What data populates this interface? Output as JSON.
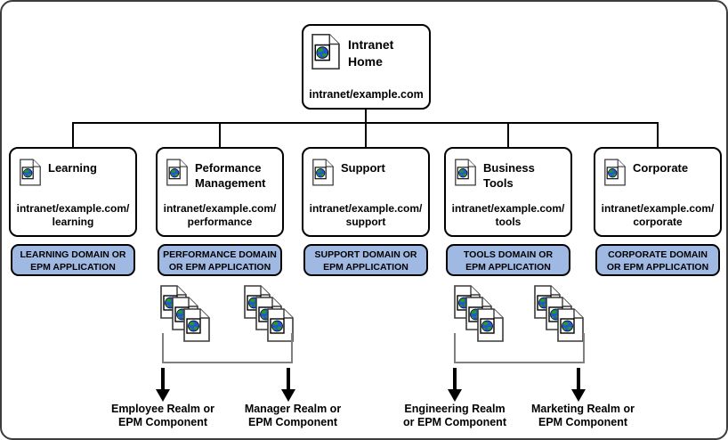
{
  "root_node": {
    "icon": "web-page-icon",
    "title": "Intranet\nHome",
    "url": "intranet/example.com"
  },
  "sections": [
    {
      "icon": "web-page-icon",
      "title": "Learning",
      "url": "intranet/example.com/\nlearning",
      "badge": "LEARNING DOMAIN OR\nEPM APPLICATION"
    },
    {
      "icon": "web-page-icon",
      "title": "Peformance\nManagement",
      "url": "intranet/example.com/\nperformance",
      "badge": "PERFORMANCE DOMAIN\nOR EPM APPLICATION"
    },
    {
      "icon": "web-page-icon",
      "title": "Support",
      "url": "intranet/example.com/\nsupport",
      "badge": "SUPPORT DOMAIN OR\nEPM APPLICATION"
    },
    {
      "icon": "web-page-icon",
      "title": "Business\nTools",
      "url": "intranet/example.com/\ntools",
      "badge": "TOOLS DOMAIN OR\nEPM APPLICATION"
    },
    {
      "icon": "web-page-icon",
      "title": "Corporate",
      "url": "intranet/example.com/\ncorporate",
      "badge": "CORPORATE DOMAIN\nOR EPM APPLICATION"
    }
  ],
  "realm_labels": [
    "Employee Realm or\nEPM Component",
    "Manager Realm or\nEPM Component",
    "Engineering Realm\nor EPM Component",
    "Marketing Realm or\nEPM Component"
  ],
  "colors": {
    "badge_fill": "#9fb9e3",
    "badge_border": "#000000",
    "connector": "#000000",
    "bracket_gray": "#7f7f7f",
    "globe_blue": "#2456d6",
    "globe_green": "#1f9e1f"
  }
}
